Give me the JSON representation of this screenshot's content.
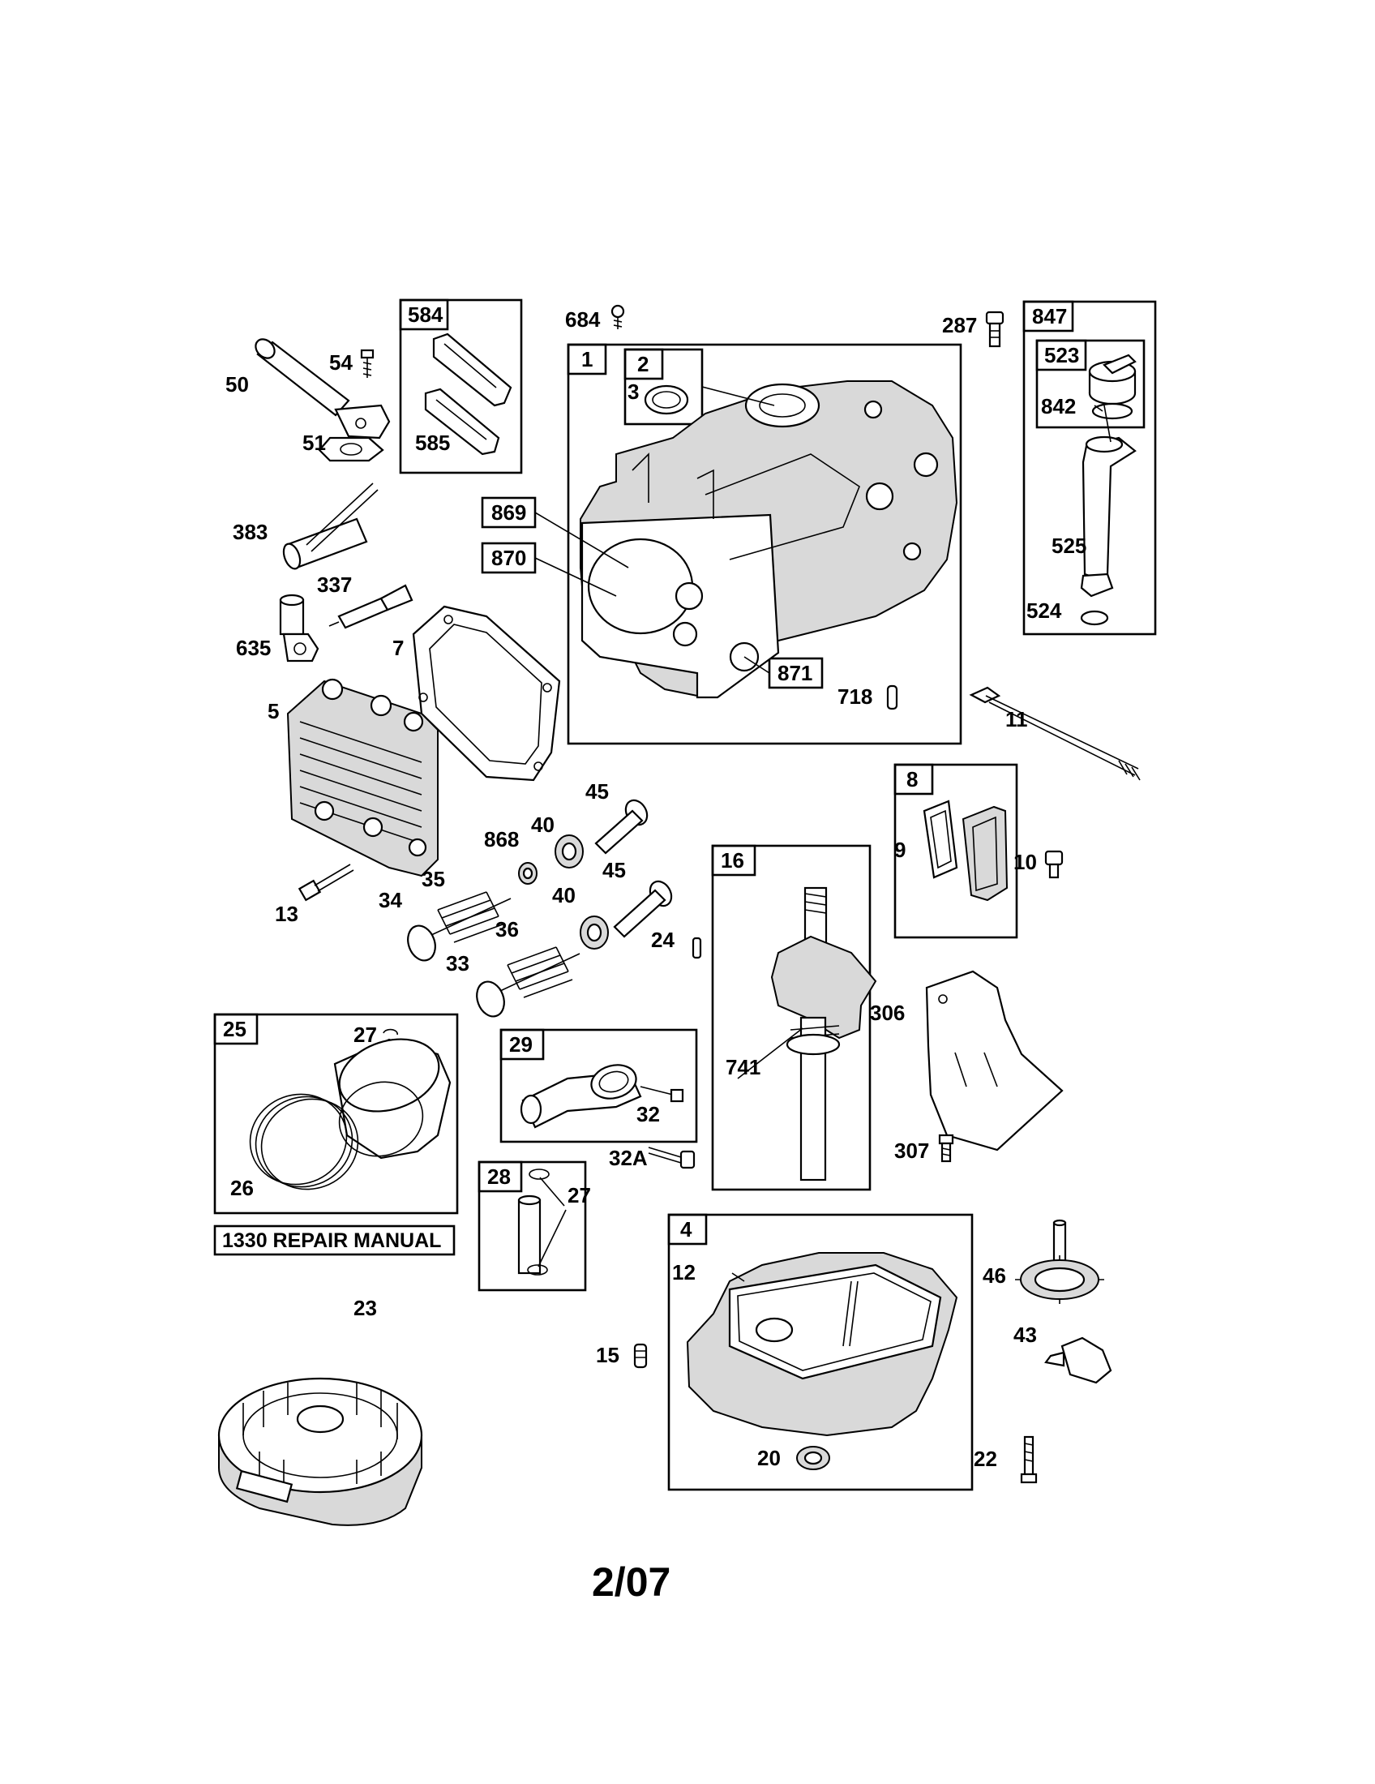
{
  "labels": {
    "l684": "684",
    "l287": "287",
    "l54": "54",
    "l50": "50",
    "l51": "51",
    "l585": "585",
    "l3": "3",
    "l842": "842",
    "l383": "383",
    "l525": "525",
    "l337": "337",
    "l524": "524",
    "l635": "635",
    "l7": "7",
    "l718": "718",
    "l11": "11",
    "l5": "5",
    "l45a": "45",
    "l40a": "40",
    "l868": "868",
    "l45b": "45",
    "l40b": "40",
    "l9": "9",
    "l10": "10",
    "l35": "35",
    "l34": "34",
    "l13": "13",
    "l36": "36",
    "l24": "24",
    "l33": "33",
    "l27a": "27",
    "l306": "306",
    "l741": "741",
    "l32": "32",
    "l26": "26",
    "l307": "307",
    "l32a": "32A",
    "l27b": "27",
    "l12": "12",
    "l46": "46",
    "l23": "23",
    "l15": "15",
    "l43": "43",
    "l20": "20",
    "l22": "22"
  },
  "boxes": {
    "b584": "584",
    "b1": "1",
    "b2": "2",
    "b847": "847",
    "b523": "523",
    "b869": "869",
    "b870": "870",
    "b871": "871",
    "b8": "8",
    "b16": "16",
    "b25": "25",
    "b29": "29",
    "b28": "28",
    "b4": "4"
  },
  "repair_manual": "1330 REPAIR MANUAL",
  "footer_date": "2/07"
}
